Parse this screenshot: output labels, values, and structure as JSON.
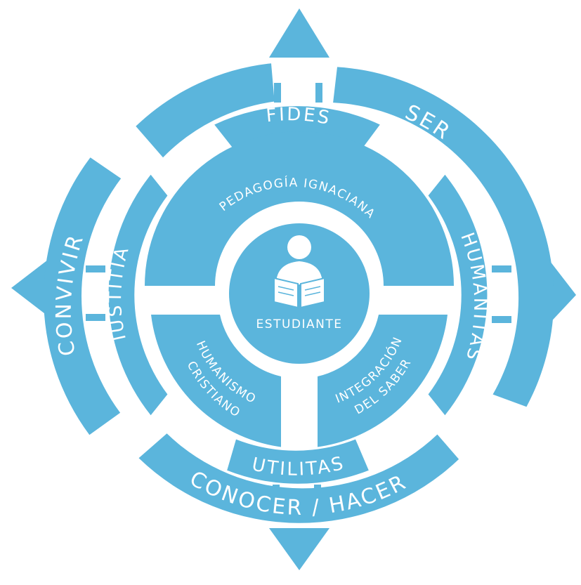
{
  "colors": {
    "primary": "#5bb5dc",
    "text": "#ffffff",
    "background": "#ffffff"
  },
  "center": {
    "icon": "student-reading-icon",
    "label": "ESTUDIANTE"
  },
  "inner_ring": {
    "top": "PEDAGOGÍA IGNACIANA",
    "bottom_left_line1": "HUMANISMO",
    "bottom_left_line2": "CRISTIANO",
    "bottom_right_line1": "INTEGRACIÓN",
    "bottom_right_line2": "DEL SABER"
  },
  "middle_ring": {
    "top": "FIDES",
    "right": "HUMANITAS",
    "bottom": "UTILITAS",
    "left": "IUSTITIA"
  },
  "outer_ring": {
    "top_right": "SER",
    "bottom": "CONOCER / HACER",
    "left": "CONVIVIR"
  }
}
